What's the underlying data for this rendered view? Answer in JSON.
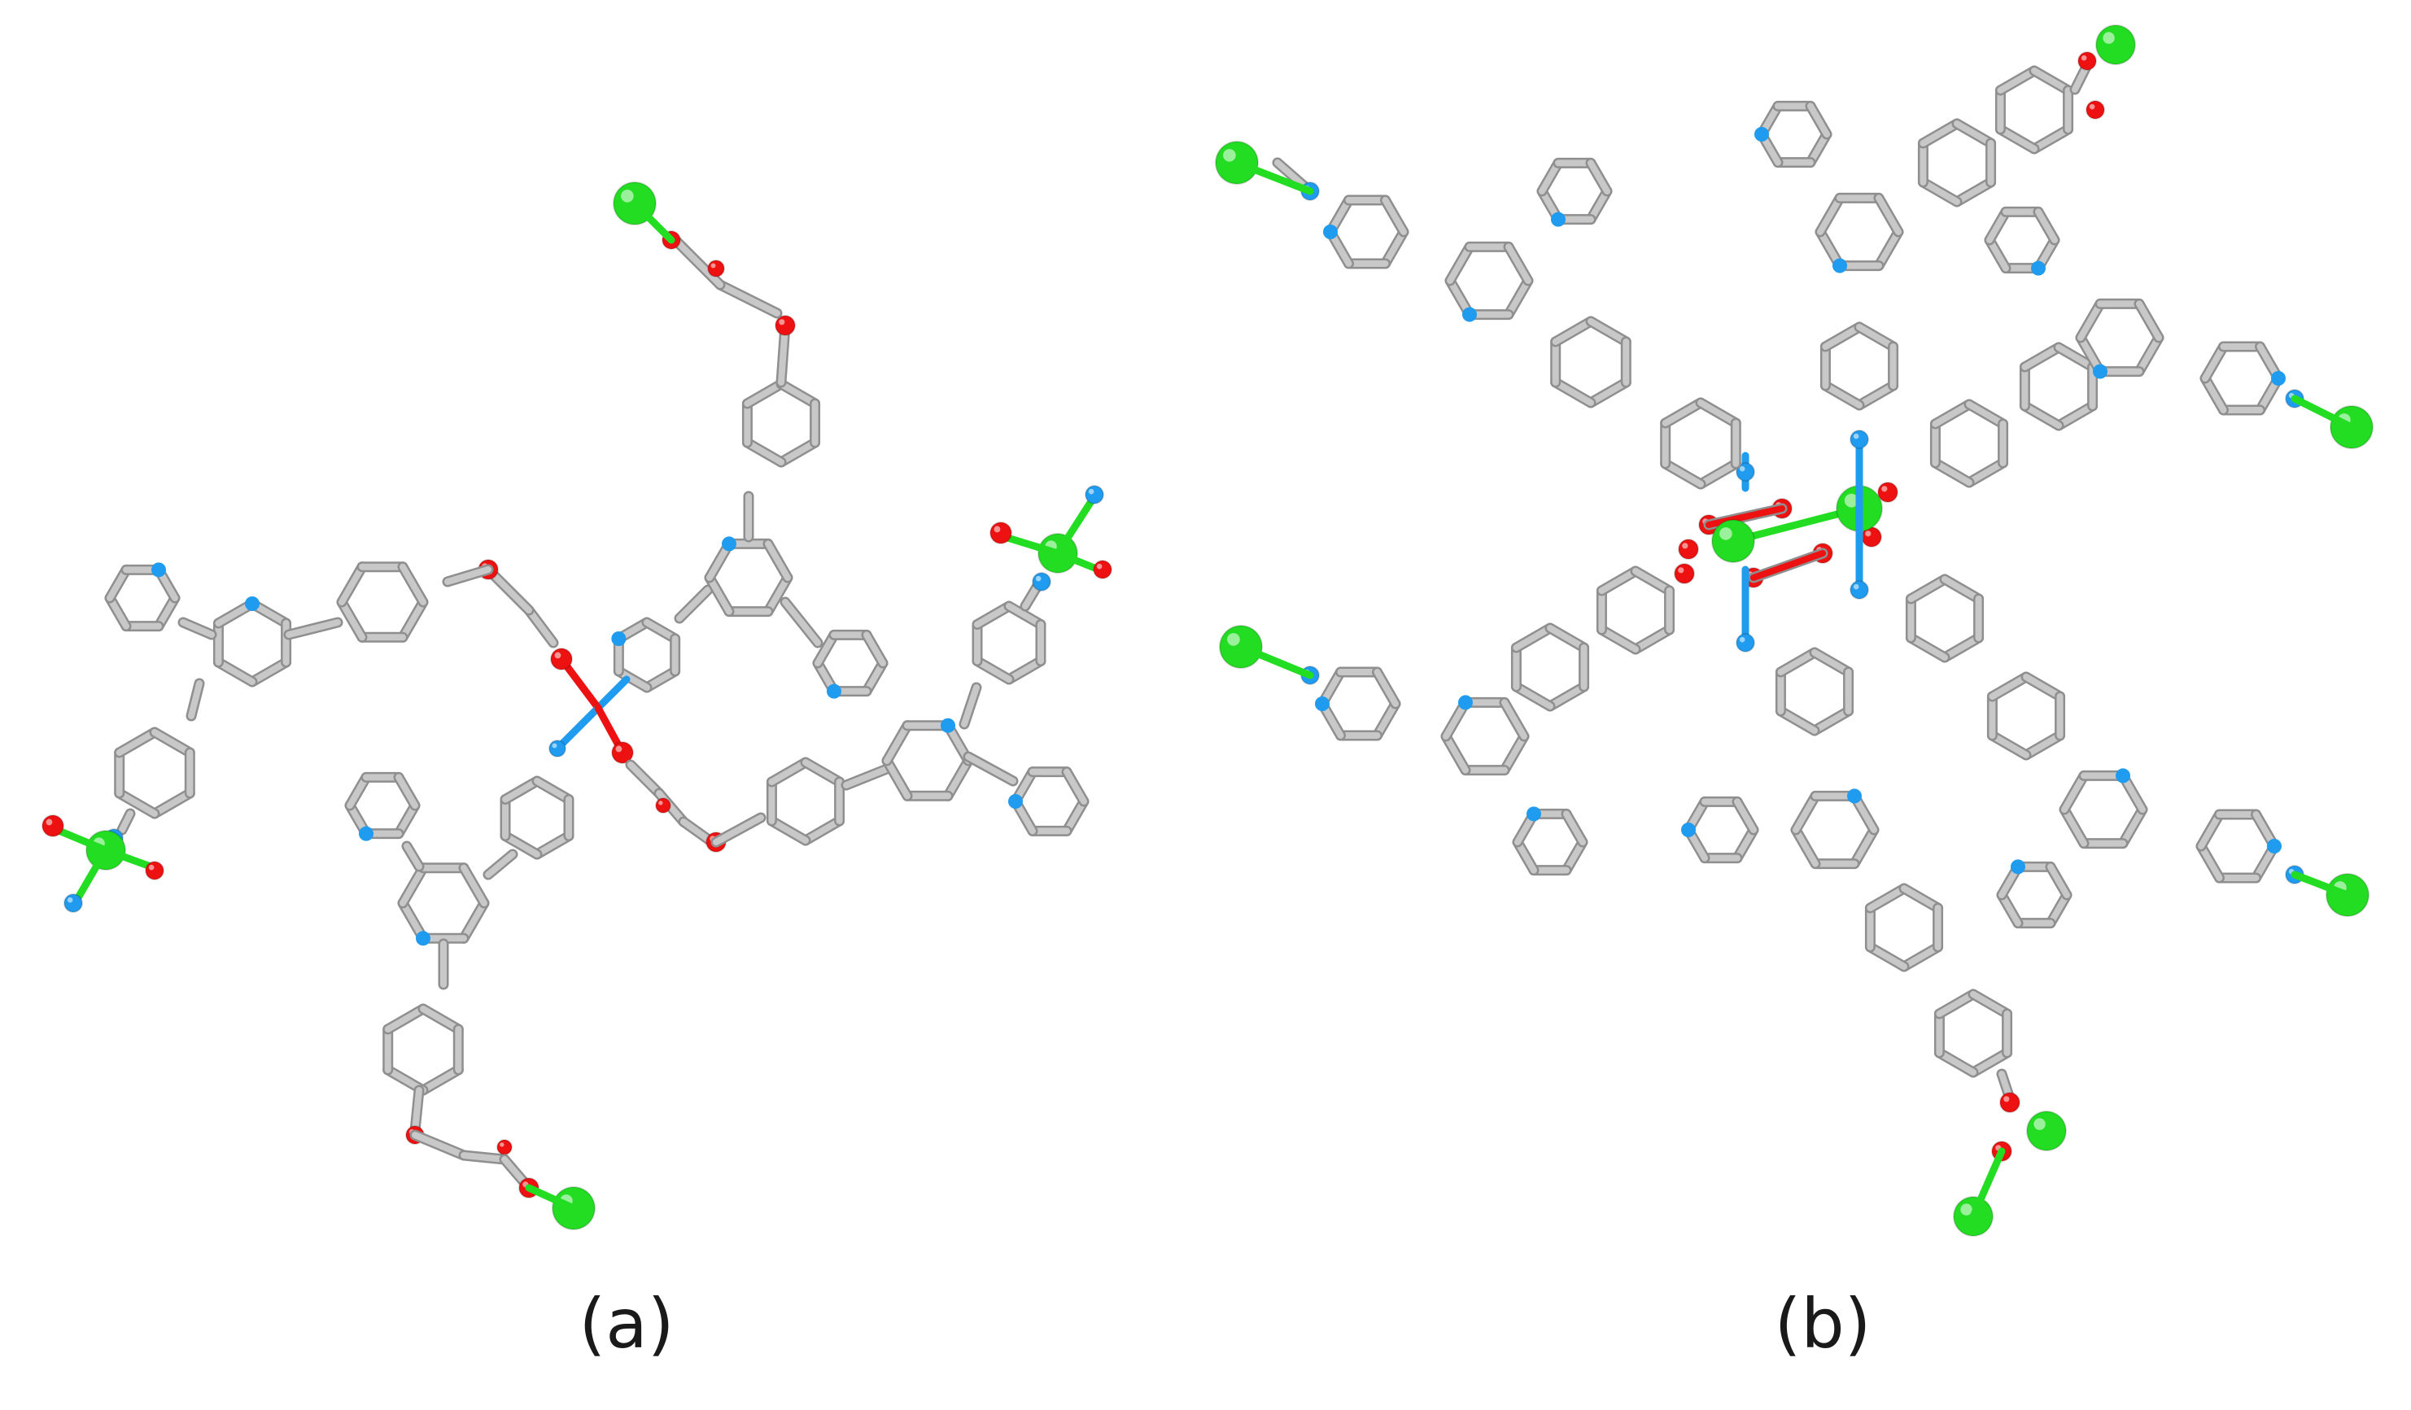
{
  "figure": {
    "panels": [
      {
        "id": "a",
        "label": "(a)"
      },
      {
        "id": "b",
        "label": "(b)"
      }
    ],
    "colors": {
      "carbon": "#c8c8c8",
      "carbon_edge": "#8f8f8f",
      "nitrogen": "#1f9bef",
      "oxygen": "#ee1111",
      "metal": "#22dd22",
      "background": "#ffffff"
    }
  }
}
